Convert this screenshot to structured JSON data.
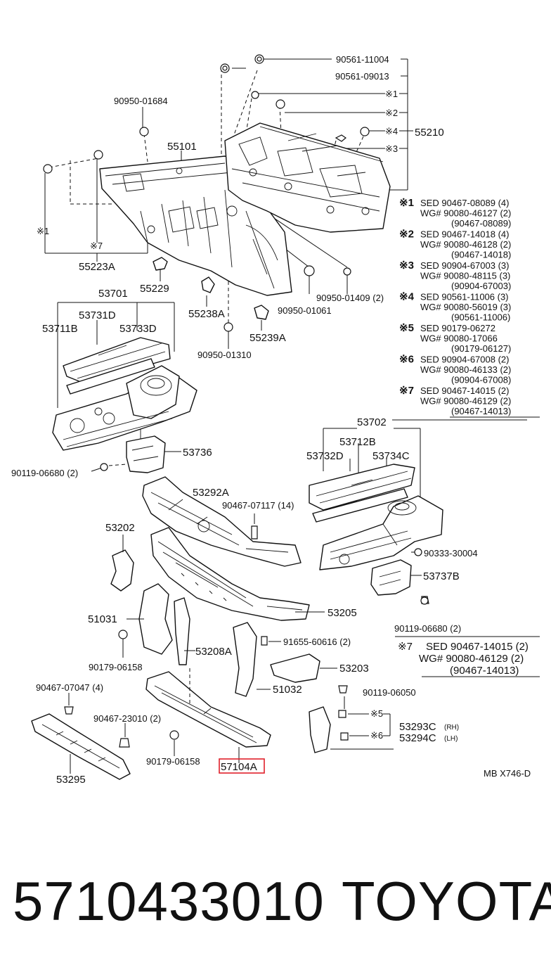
{
  "labels": {
    "l_90561_11004": "90561-11004",
    "l_90561_09013": "90561-09013",
    "l_90950_01684": "90950-01684",
    "l_55101": "55101",
    "l_55210": "55210",
    "l_55223A": "55223A",
    "l_55229": "55229",
    "l_55238A": "55238A",
    "l_55239A": "55239A",
    "l_90950_01409": "90950-01409 (2)",
    "l_90950_01061": "90950-01061",
    "l_90950_01310": "90950-01310",
    "l_53701": "53701",
    "l_53731D": "53731D",
    "l_53711B": "53711B",
    "l_53733D": "53733D",
    "l_53736": "53736",
    "l_90119_06680a": "90119-06680 (2)",
    "l_53702": "53702",
    "l_53712B": "53712B",
    "l_53732D": "53732D",
    "l_53734C": "53734C",
    "l_53292A": "53292A",
    "l_90467_07117": "90467-07117 (14)",
    "l_53202": "53202",
    "l_90333_30004": "90333-30004",
    "l_53737B": "53737B",
    "l_51031": "51031",
    "l_53205": "53205",
    "l_90119_06680b": "90119-06680 (2)",
    "l_90179_06158a": "90179-06158",
    "l_53208A": "53208A",
    "l_91655_60616": "91655-60616 (2)",
    "l_53203": "53203",
    "l_51032": "51032",
    "l_90467_07047": "90467-07047 (4)",
    "l_90119_06050": "90119-06050",
    "l_90467_23010": "90467-23010 (2)",
    "l_90179_06158b": "90179-06158",
    "l_57104A": "57104A",
    "l_53293C": "53293C",
    "l_53293C_side": "(RH)",
    "l_53294C": "53294C",
    "l_53294C_side": "(LH)",
    "l_53295": "53295",
    "l_mb": "MB X746-D",
    "m1": "※1",
    "m2": "※2",
    "m4": "※4",
    "m3": "※3",
    "m1b": "※1",
    "m7": "※7",
    "m5": "※5",
    "m6": "※6"
  },
  "notes": [
    {
      "mark": "※1",
      "lines": [
        "SED   90467-08089 (4)",
        "WG# 90080-46127 (2)",
        "(90467-08089)"
      ]
    },
    {
      "mark": "※2",
      "lines": [
        "SED   90467-14018 (4)",
        "WG# 90080-46128 (2)",
        "(90467-14018)"
      ]
    },
    {
      "mark": "※3",
      "lines": [
        "SED   90904-67003 (3)",
        "WG# 90080-48115 (3)",
        "(90904-67003)"
      ]
    },
    {
      "mark": "※4",
      "lines": [
        "SED   90561-11006 (3)",
        "WG# 90080-56019 (3)",
        "(90561-11006)"
      ]
    },
    {
      "mark": "※5",
      "lines": [
        "SED   90179-06272",
        "WG# 90080-17066",
        "(90179-06127)"
      ]
    },
    {
      "mark": "※6",
      "lines": [
        "SED   90904-67008 (2)",
        "WG# 90080-46133 (2)",
        "(90904-67008)"
      ]
    },
    {
      "mark": "※7",
      "lines": [
        "SED   90467-14015 (2)",
        "WG# 90080-46129 (2)",
        "(90467-14013)"
      ]
    }
  ],
  "note_bottom": {
    "mark": "※7",
    "lines": [
      "SED  90467-14015 (2)",
      "WG# 90080-46129 (2)",
      "(90467-14013)"
    ]
  },
  "highlight_color": "#e0202a",
  "footer": {
    "part_number": "5710433010",
    "brand": "TOYOTA"
  }
}
